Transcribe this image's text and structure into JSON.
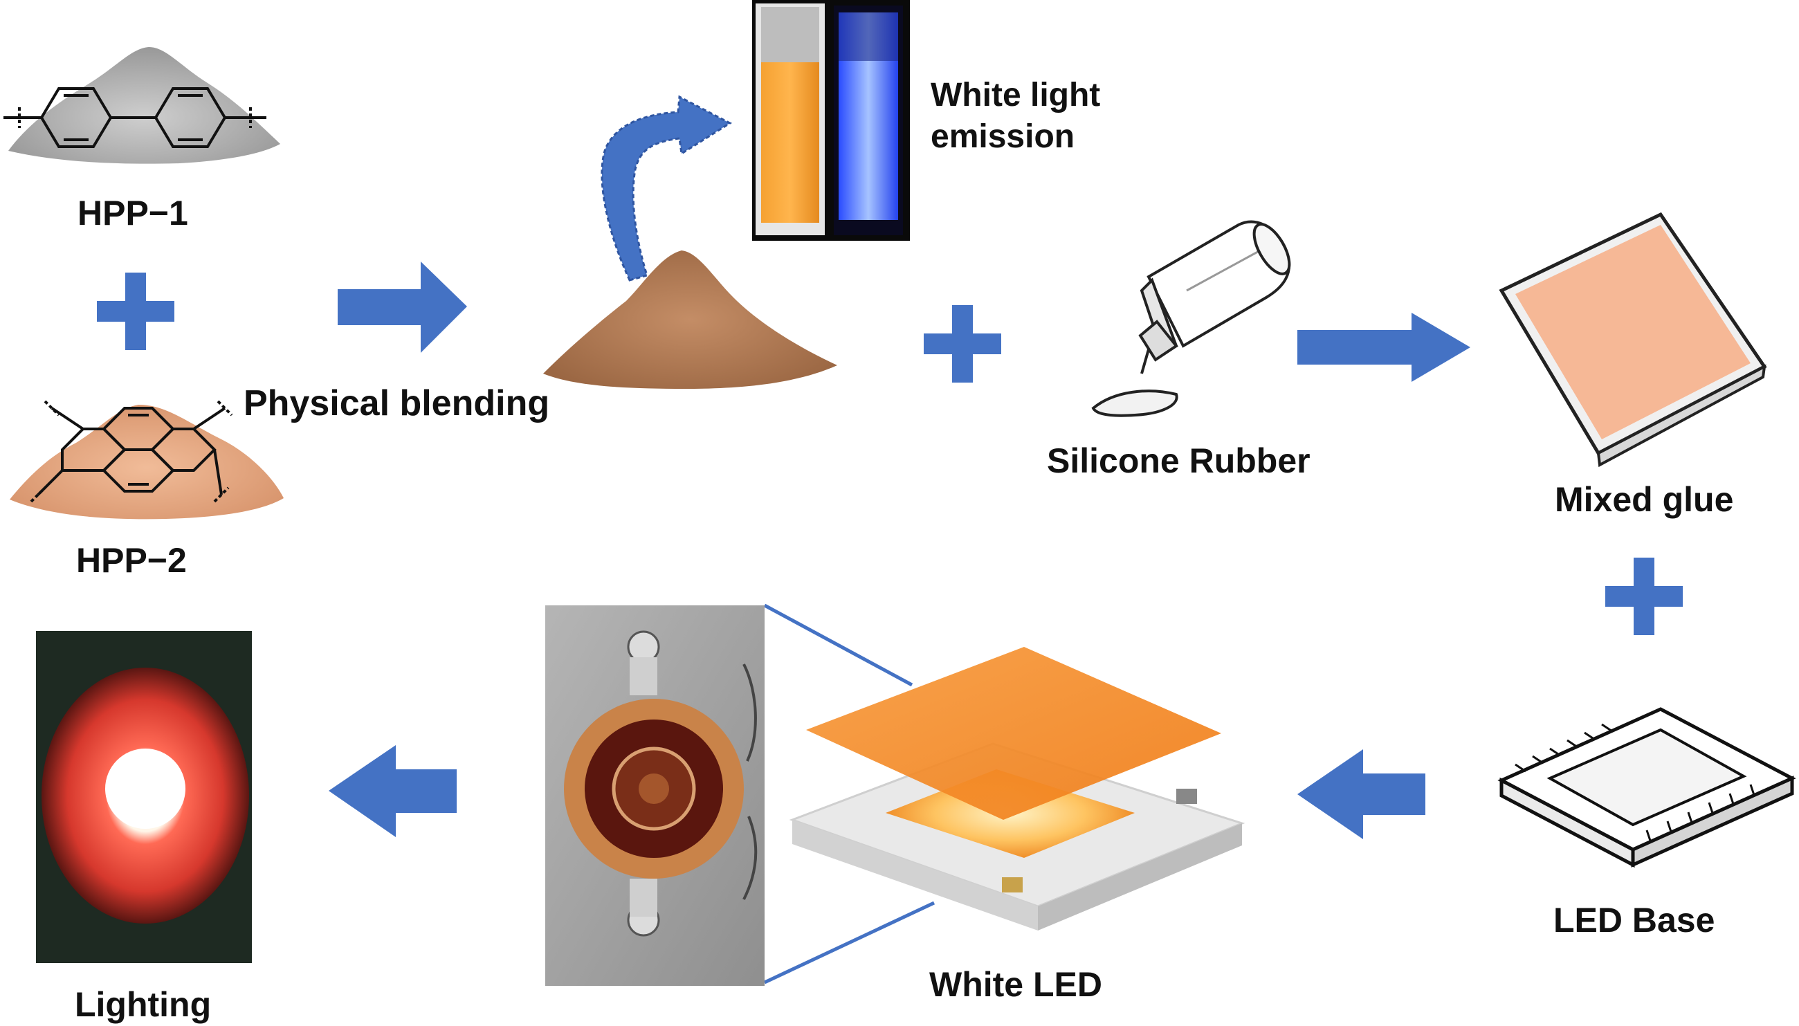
{
  "labels": {
    "hpp1": "HPP−1",
    "hpp2": "HPP−2",
    "physical_blending": "Physical blending",
    "white_light_emission": "White light\nemission",
    "silicone_rubber": "Silicone Rubber",
    "mixed_glue": "Mixed glue",
    "led_base": "LED Base",
    "white_led": "White LED",
    "lighting": "Lighting"
  },
  "colors": {
    "accent_blue": "#4472C4",
    "powder_gray": "#9a9a9a",
    "powder_orange": "#e0a27c",
    "powder_brown": "#b07a55",
    "glue_peach": "#f6b896",
    "led_orange": "#f28c28",
    "lighting_red": "#e8473a"
  }
}
